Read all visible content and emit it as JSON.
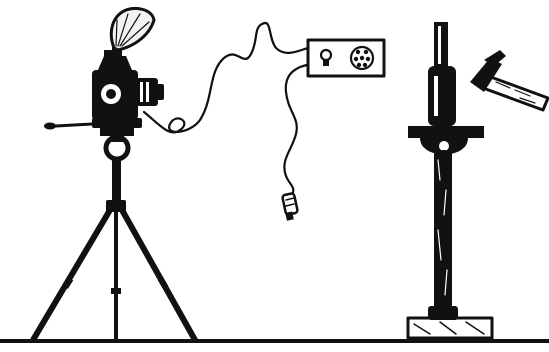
{
  "illustration": {
    "ink_color": "#111111",
    "paper_color": "#ffffff",
    "highlight_color": "#f2f2f2",
    "objects": [
      {
        "key": "camera_on_tripod",
        "icon": "camera-icon"
      },
      {
        "key": "flash_reflector",
        "icon": "flash-reflector-icon"
      },
      {
        "key": "control_box",
        "icons": [
          "bulb-icon",
          "socket-icon"
        ]
      },
      {
        "key": "shutter_release_plug",
        "icon": "plug-icon"
      },
      {
        "key": "stand_with_column",
        "icon": "stand-icon"
      },
      {
        "key": "hammer",
        "icon": "hammer-icon"
      }
    ]
  }
}
